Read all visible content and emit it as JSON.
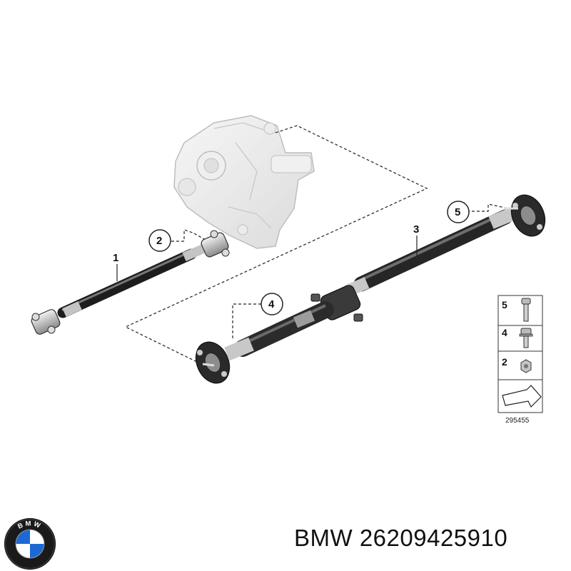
{
  "callouts": {
    "c1": "1",
    "c2": "2",
    "c3": "3",
    "c4": "4",
    "c5": "5"
  },
  "legend": {
    "rows": [
      {
        "number": "5",
        "icon": "bolt-long-icon"
      },
      {
        "number": "4",
        "icon": "bolt-flange-icon"
      },
      {
        "number": "2",
        "icon": "nut-icon"
      }
    ],
    "direction_icon": "arrow-icon",
    "diagram_id": "295455"
  },
  "caption": {
    "brand": "BMW",
    "part_number": "26209425910"
  },
  "logo": {
    "text": "BMW",
    "colors": {
      "blue": "#1c69d4",
      "black": "#111111",
      "white": "#ffffff"
    }
  },
  "colors": {
    "shaft_dark": "#3a3a3a",
    "shaft_light": "#bdbdbd",
    "housing": "#e4e4e4",
    "line": "#222222"
  }
}
